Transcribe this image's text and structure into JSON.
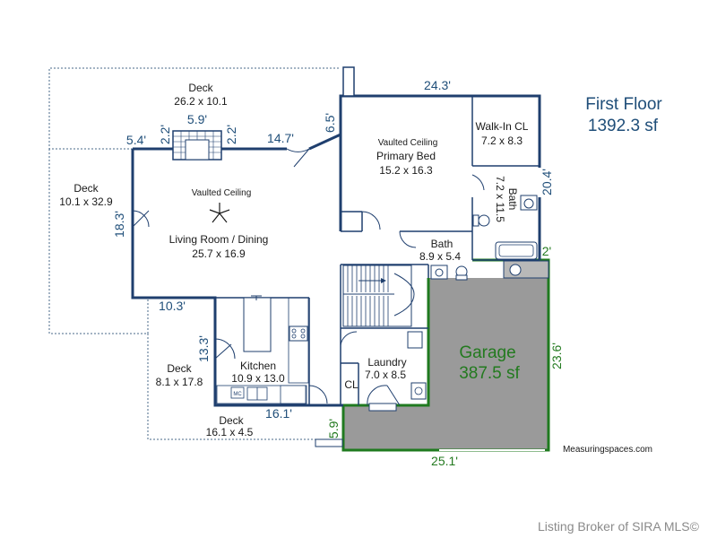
{
  "title": {
    "floor": "First Floor",
    "area": "1392.3 sf"
  },
  "rooms": {
    "deck_top": {
      "name": "Deck",
      "size": "26.2 x 10.1"
    },
    "deck_left": {
      "name": "Deck",
      "size": "10.1 x 32.9"
    },
    "deck_lower": {
      "name": "Deck",
      "size": "8.1 x 17.8"
    },
    "deck_bottom": {
      "name": "Deck",
      "size": "16.1 x 4.5"
    },
    "living": {
      "note": "Vaulted Ceiling",
      "name": "Living Room / Dining",
      "size": "25.7 x 16.9"
    },
    "primary_bed": {
      "note": "Vaulted Ceiling",
      "name": "Primary Bed",
      "size": "15.2 x 16.3"
    },
    "walkin": {
      "name": "Walk-In CL",
      "size": "7.2 x 8.3"
    },
    "bath_side": {
      "name": "Bath",
      "size": "7.2 x 11.5"
    },
    "bath": {
      "name": "Bath",
      "size": "8.9 x 5.4"
    },
    "kitchen": {
      "name": "Kitchen",
      "size": "10.9 x 13.0"
    },
    "laundry": {
      "name": "Laundry",
      "size": "7.0 x 8.5"
    },
    "closet": {
      "name": "CL"
    },
    "garage": {
      "name": "Garage",
      "area": "387.5 sf"
    },
    "appliance": {
      "label": "MC"
    }
  },
  "dimensions": {
    "d_5_4": "5.4'",
    "d_2_2_left": "2.2'",
    "d_5_9": "5.9'",
    "d_2_2_right": "2.2'",
    "d_14_7": "14.7'",
    "d_6_5": "6.5'",
    "d_24_3": "24.3'",
    "d_20_4": "20.4'",
    "d_2": "2'",
    "d_18_3": "18.3'",
    "d_10_3": "10.3'",
    "d_13_3": "13.3'",
    "d_16_1": "16.1'",
    "d_5_9_garage": "5.9'",
    "d_23_6": "23.6'",
    "d_25_1": "25.1'"
  },
  "credit": "Measuringspaces.com",
  "footer": "Listing Broker of SIRA MLS©",
  "colors": {
    "wall": "#1f3f6e",
    "garage_wall": "#1f7a1f",
    "garage_fill": "#9a9a9a",
    "dimension_blue": "#1f4e79",
    "dimension_green": "#237a1f"
  },
  "icons": [
    "ceiling-fan-icon",
    "fireplace-icon",
    "toilet-icon",
    "sink-icon",
    "stove-icon",
    "water-heater-icon",
    "stairs-icon"
  ]
}
